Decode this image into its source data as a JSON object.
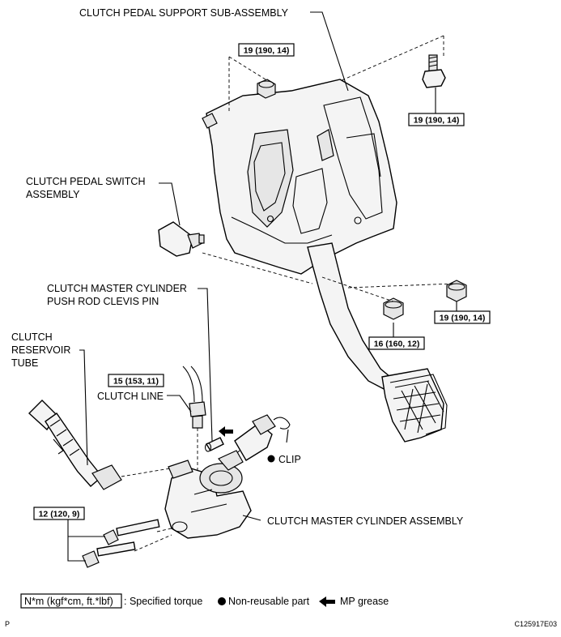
{
  "labels": {
    "pedal_support": "CLUTCH PEDAL SUPPORT SUB-ASSEMBLY",
    "pedal_switch_1": "CLUTCH PEDAL SWITCH",
    "pedal_switch_2": "ASSEMBLY",
    "clevis_pin_1": "CLUTCH MASTER CYLINDER",
    "clevis_pin_2": "PUSH ROD CLEVIS PIN",
    "reservoir_1": "CLUTCH",
    "reservoir_2": "RESERVOIR",
    "reservoir_3": "TUBE",
    "clutch_line": "CLUTCH LINE",
    "clip": "CLIP",
    "master_cylinder": "CLUTCH MASTER CYLINDER ASSEMBLY"
  },
  "torques": {
    "t_support_nut_left": "19 (190, 14)",
    "t_support_bolt_right": "19 (190, 14)",
    "t_nut_center": "16 (160, 12)",
    "t_nut_right": "19 (190, 14)",
    "t_clutch_line": "15 (153, 11)",
    "t_cylinder_bolts": "12 (120, 9)"
  },
  "legend": {
    "torque_key": "N*m (kgf*cm, ft.*lbf)",
    "torque_desc": ": Specified torque",
    "nonreusable": "Non-reusable part",
    "grease": "MP grease"
  },
  "footer": {
    "left": "P",
    "right": "C125917E03"
  }
}
